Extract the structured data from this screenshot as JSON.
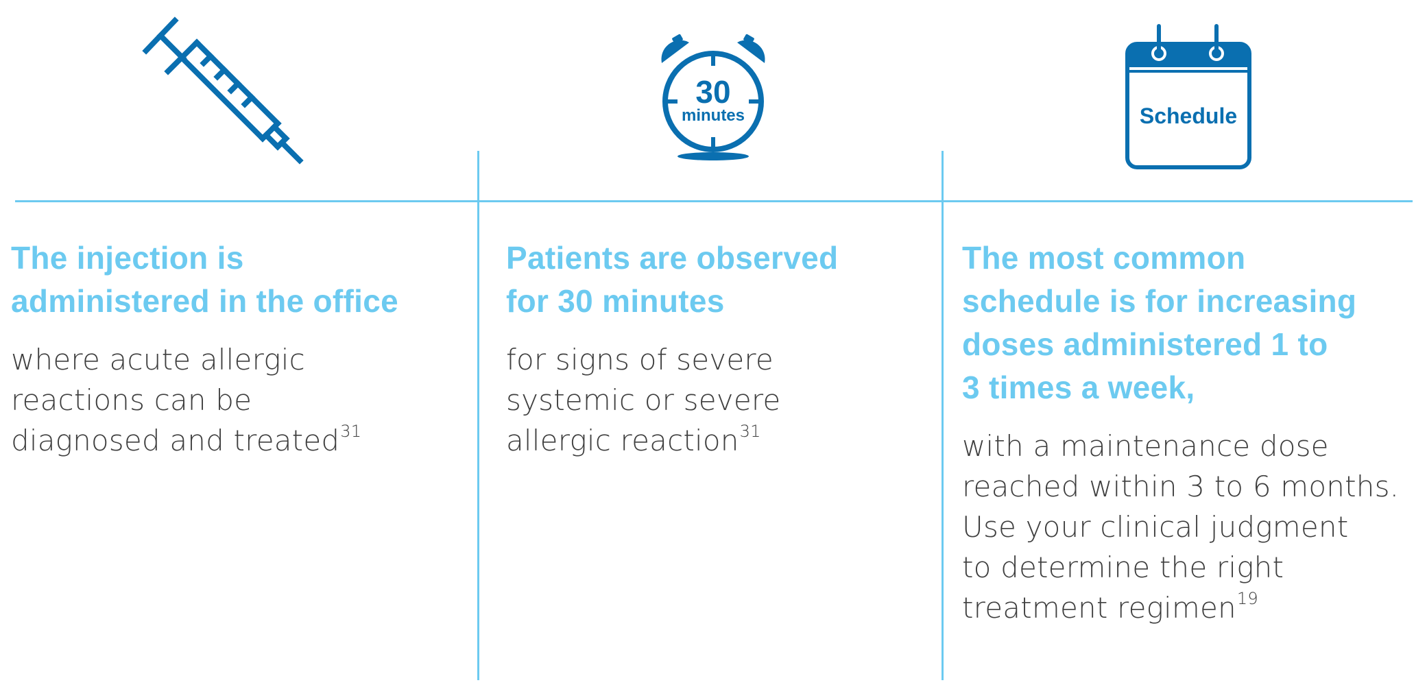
{
  "colors": {
    "icon_blue": "#0a6fb0",
    "heading_blue": "#6ccaf0",
    "divider": "#6ccaf0",
    "body_text": "#3f3f3f"
  },
  "icons": {
    "col1": "syringe-icon",
    "col2": "alarm-clock-icon",
    "col3": "calendar-icon"
  },
  "clock": {
    "number": "30",
    "unit": "minutes"
  },
  "calendar": {
    "label": "Schedule"
  },
  "columns": [
    {
      "heading_line1": "The injection is",
      "heading_line2": "administered in the office",
      "body_line1": "where acute allergic",
      "body_line2": "reactions can be",
      "body_line3": "diagnosed and treated",
      "body_sup": "31"
    },
    {
      "heading_line1": "Patients are observed",
      "heading_line2": "for 30 minutes",
      "body_line1": "for signs of severe",
      "body_line2": "systemic or severe",
      "body_line3": "allergic reaction",
      "body_sup": "31"
    },
    {
      "heading_line1": "The most common",
      "heading_line2": "schedule is for increasing",
      "heading_line3": "doses administered 1 to",
      "heading_line4": "3 times a week,",
      "body_line1": "with a maintenance dose",
      "body_line2": "reached within 3 to 6 months.",
      "body_line3": "Use your clinical judgment",
      "body_line4": "to determine the right",
      "body_line5": "treatment regimen",
      "body_sup": "19"
    }
  ]
}
